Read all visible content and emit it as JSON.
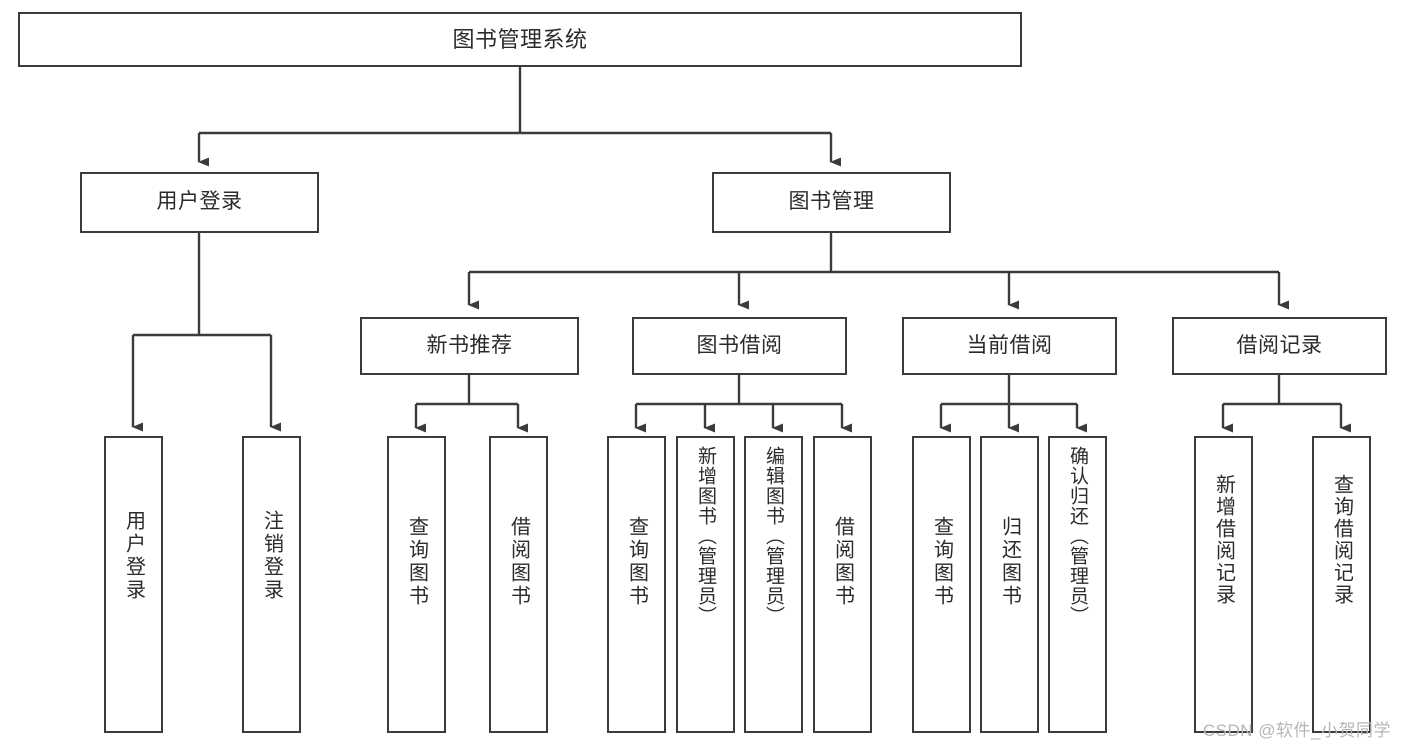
{
  "diagram": {
    "title": "图书管理系统",
    "type": "tree",
    "watermark": "CSDN @软件_小贺同学",
    "colors": {
      "background": "#ffffff",
      "border": "#3b3b3b",
      "text": "#2b2b2b",
      "edge": "#3b3b3b",
      "watermark": "#b6b6b6"
    }
  },
  "nodes": {
    "root": {
      "label": "图书管理系统",
      "level": 0
    },
    "level1": [
      {
        "id": "user-login",
        "label": "用户登录"
      },
      {
        "id": "book-manage",
        "label": "图书管理"
      }
    ],
    "level2": [
      {
        "id": "new-book-recommend",
        "label": "新书推荐",
        "parent": "book-manage"
      },
      {
        "id": "book-borrow",
        "label": "图书借阅",
        "parent": "book-manage"
      },
      {
        "id": "current-borrow",
        "label": "当前借阅",
        "parent": "book-manage"
      },
      {
        "id": "borrow-record",
        "label": "借阅记录",
        "parent": "book-manage"
      }
    ],
    "leaves": [
      {
        "id": "leaf-user-login",
        "label": "用户登录",
        "parent": "user-login"
      },
      {
        "id": "leaf-user-logout",
        "label": "注销登录",
        "parent": "user-login"
      },
      {
        "id": "leaf-query-book-1",
        "label": "查询图书",
        "parent": "new-book-recommend"
      },
      {
        "id": "leaf-borrow-book-1",
        "label": "借阅图书",
        "parent": "new-book-recommend"
      },
      {
        "id": "leaf-query-book-2",
        "label": "查询图书",
        "parent": "book-borrow"
      },
      {
        "id": "leaf-add-book",
        "label": "新增图书（管理员）",
        "parent": "book-borrow"
      },
      {
        "id": "leaf-edit-book",
        "label": "编辑图书（管理员）",
        "parent": "book-borrow"
      },
      {
        "id": "leaf-borrow-book-2",
        "label": "借阅图书",
        "parent": "book-borrow"
      },
      {
        "id": "leaf-query-book-3",
        "label": "查询图书",
        "parent": "current-borrow"
      },
      {
        "id": "leaf-return-book",
        "label": "归还图书",
        "parent": "current-borrow"
      },
      {
        "id": "leaf-confirm-return",
        "label": "确认归还（管理员）",
        "parent": "current-borrow"
      },
      {
        "id": "leaf-add-record",
        "label": "新增借阅记录",
        "parent": "borrow-record"
      },
      {
        "id": "leaf-query-record",
        "label": "查询借阅记录",
        "parent": "borrow-record"
      }
    ]
  }
}
